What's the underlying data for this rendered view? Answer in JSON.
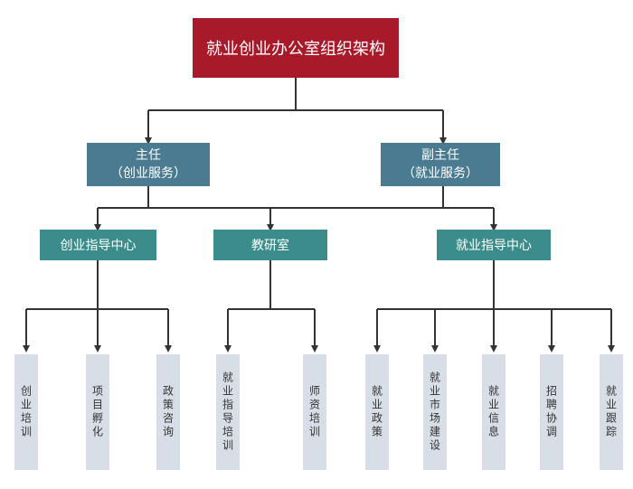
{
  "chart": {
    "root": "就业创业办公室组织架构",
    "managers": [
      {
        "title": "主任",
        "subtitle": "（创业服务）"
      },
      {
        "title": "副主任",
        "subtitle": "（就业服务）"
      }
    ],
    "departments": [
      "创业指导中心",
      "教研室",
      "就业指导中心"
    ],
    "leaves": [
      "创业培训",
      "项目孵化",
      "政策咨询",
      "就业指导培训",
      "师资培训",
      "就业政策",
      "就业市场建设",
      "就业信息",
      "招聘协调",
      "就业跟踪"
    ]
  },
  "colors": {
    "root": "#a8192a",
    "manager": "#4a7b91",
    "department": "#3a8d8a",
    "leaf": "#d8dee7",
    "line": "#333333"
  }
}
